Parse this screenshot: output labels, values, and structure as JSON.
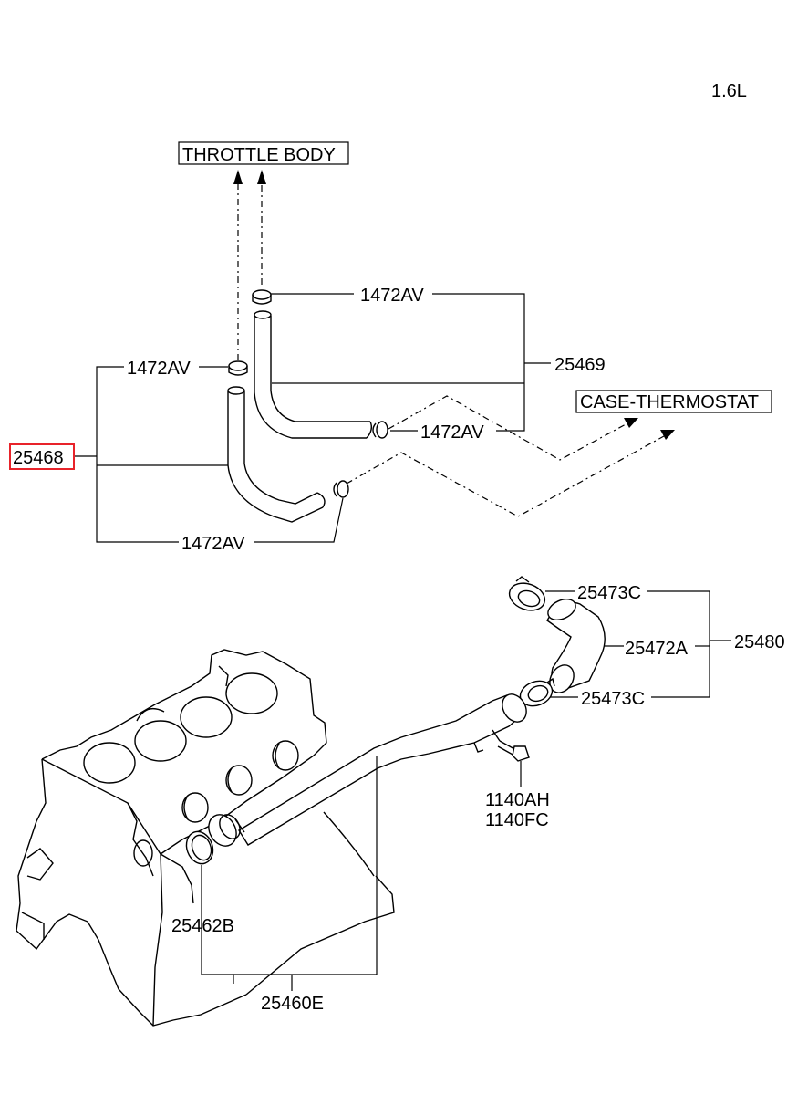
{
  "header": {
    "engine": "1.6L"
  },
  "destinations": {
    "throttle_body": "THROTTLE BODY",
    "case_thermostat": "CASE-THERMOSTAT"
  },
  "labels": {
    "clamp_top": "1472AV",
    "clamp_left_upper": "1472AV",
    "clamp_right": "1472AV",
    "clamp_bottom": "1472AV",
    "hose_assy_upper": "25469",
    "hose_assy_highlighted": "25468",
    "clamp_c_upper": "25473C",
    "hose_radiator": "25472A",
    "hose_assy_radiator": "25480",
    "clamp_c_lower": "25473C",
    "bolt_1": "1140AH",
    "bolt_2": "1140FC",
    "gasket": "25462B",
    "pipe_assy": "25460E"
  },
  "highlight_color": "#e8232a",
  "icons": [
    "arrow-icon",
    "clamp-icon",
    "bolt-icon"
  ]
}
